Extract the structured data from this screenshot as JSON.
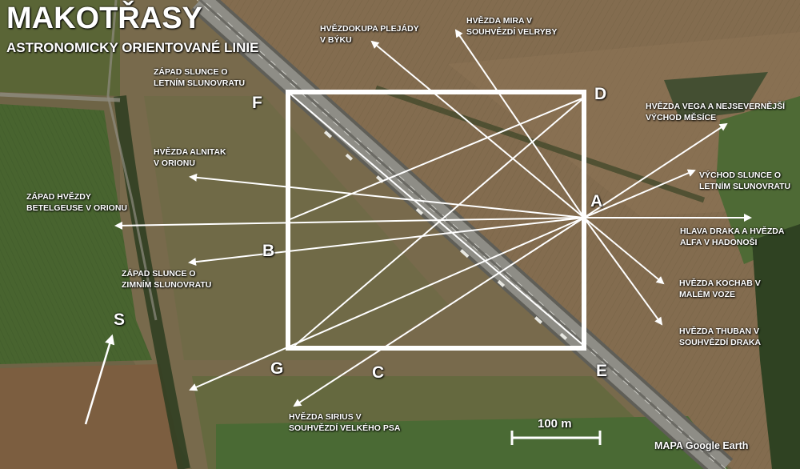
{
  "title": "MAKOTŘASY",
  "subtitle": "ASTRONOMICKY ORIENTOVANÉ LINIE",
  "points": {
    "A": "A",
    "B": "B",
    "C": "C",
    "D": "D",
    "E": "E",
    "F": "F",
    "G": "G",
    "S": "S"
  },
  "labels": {
    "plejady": "HVĚZDOKUPA PLEJÁDY\nV BÝKU",
    "mira": "HVĚZDA MIRA V\nSOUHVĚZDÍ VELRYBY",
    "zapad_leto": "ZÁPAD SLUNCE O\nLETNÍM SLUNOVRATU",
    "vega": "HVĚZDA VEGA  A NEJSEVERNĚJŠÍ\nVÝCHOD MĚSÍCE",
    "alnitak": "HVĚZDA ALNITAK\nV ORIONU",
    "vychod_leto": "VÝCHOD SLUNCE O\nLETNÍM SLUNOVRATU",
    "betelgeuse": "ZÁPAD HVĚZDY\nBETELGEUSE V ORIONU",
    "hlava_draka": "HLAVA DRAKA A HVĚZDA\nALFA V HADONOŠI",
    "zapad_zima": "ZÁPAD SLUNCE O\nZIMNÍM SLUNOVRATU",
    "kochab": "HVĚZDA KOCHAB V\nMALÉM VOZE",
    "thuban": "HVĚZDA THUBAN V\nSOUHVĚZDÍ DRAKA",
    "sirius": "HVĚZDA SIRIUS V\nSOUHVĚZDÍ VELKÉHO PSA"
  },
  "scale_label": "100 m",
  "credit": "MAPA Google Earth",
  "colors": {
    "lines": "#ffffff",
    "field_dark": "#3f5a2c",
    "field_brown": "#7d6a4c",
    "road": "#8a8a86"
  }
}
